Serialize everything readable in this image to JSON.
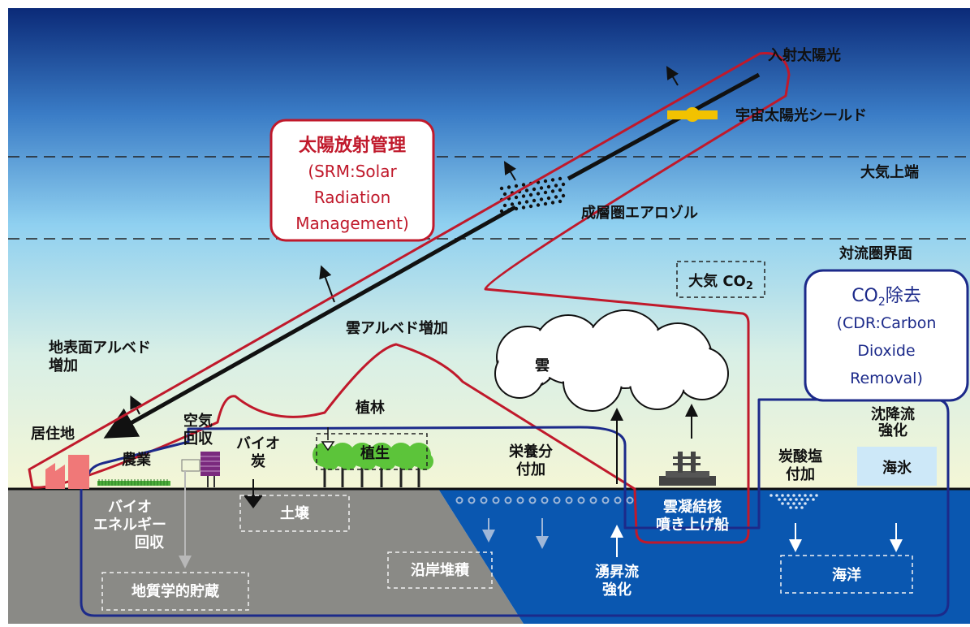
{
  "srm": {
    "title": "太陽放射管理",
    "line1": "(SRM:Solar",
    "line2": "Radiation",
    "line3": "Management)"
  },
  "cdr": {
    "title_main": "CO",
    "title_sub": "2",
    "title_rest": "除去",
    "line1": "(CDR:Carbon",
    "line2": "Dioxide",
    "line3": "Removal)"
  },
  "labels": {
    "incoming_sunlight": "入射太陽光",
    "space_shield": "宇宙太陽光シールド",
    "toa": "大気上端",
    "strat_aerosol": "成層圏エアロゾル",
    "tropopause": "対流圏界面",
    "atm_co2_main": "大気 CO",
    "atm_co2_sub": "2",
    "cloud_albedo": "雲アルベド増加",
    "surface_albedo_1": "地表面アルベド",
    "surface_albedo_2": "増加",
    "cloud": "雲",
    "residence": "居住地",
    "agriculture": "農業",
    "air_capture_1": "空気",
    "air_capture_2": "回収",
    "biochar_1": "バイオ",
    "biochar_2": "炭",
    "afforestation": "植林",
    "vegetation": "植生",
    "nutrients_1": "栄養分",
    "nutrients_2": "付加",
    "sinking_1": "沈降流",
    "sinking_2": "強化",
    "carbonate_1": "炭酸塩",
    "carbonate_2": "付加",
    "sea_ice": "海氷",
    "bioenergy_1": "バイオ",
    "bioenergy_2": "エネルギー",
    "bioenergy_3": "回収",
    "soil": "土壌",
    "geo_storage": "地質学的貯蔵",
    "coastal_sediment": "沿岸堆積",
    "cloud_ships_1": "雲凝結核",
    "cloud_ships_2": "噴き上げ船",
    "upwelling_1": "湧昇流",
    "upwelling_2": "強化",
    "ocean": "海洋"
  },
  "colors": {
    "srm": "#c0192b",
    "cdr": "#1c2a8a",
    "sky_top": "#0b2a78",
    "sky_mid": "#8fd0f0",
    "sky_low": "#f4f6d6",
    "land": "#8a8a86",
    "ocean": "#0a57b0",
    "vegetation": "#5cc43a",
    "shield": "#f2c200",
    "sea_ice": "#cde8f8"
  }
}
